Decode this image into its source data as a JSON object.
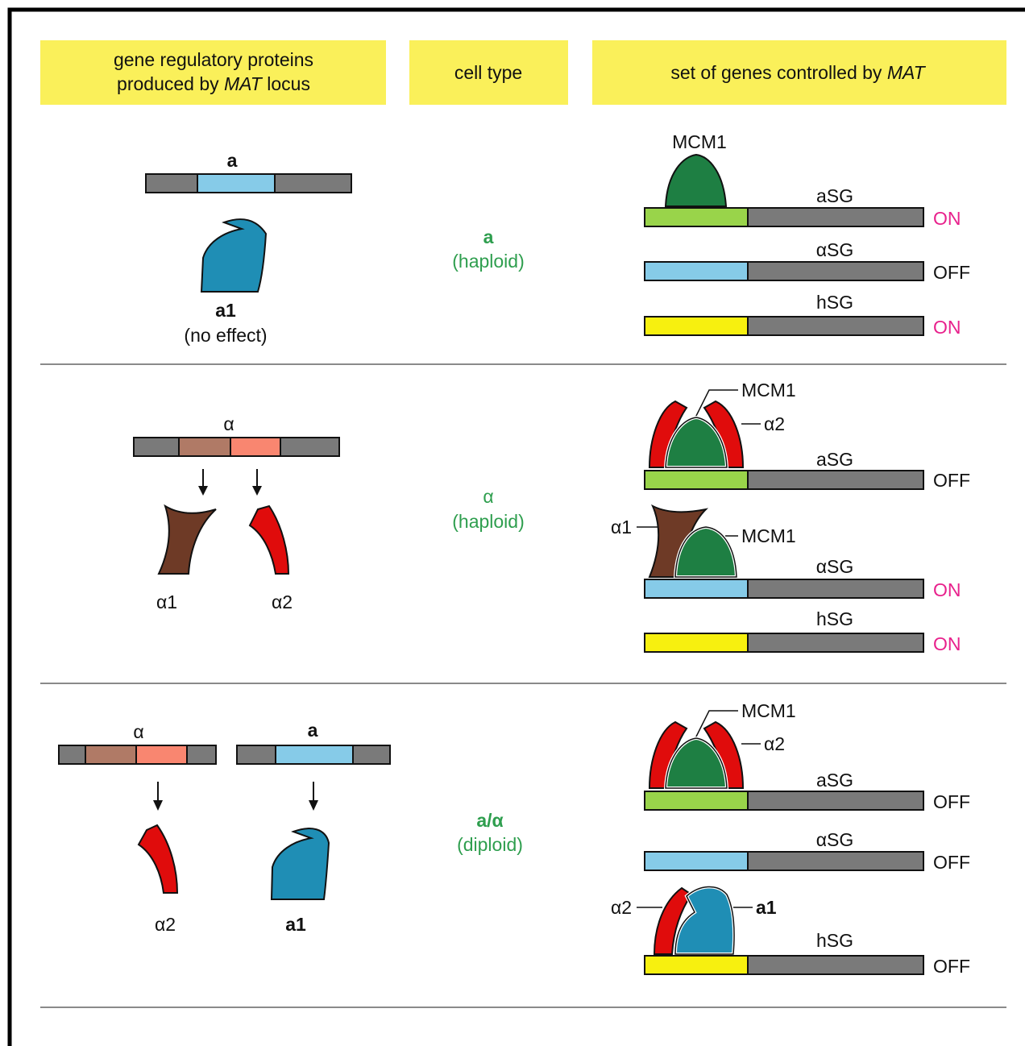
{
  "header": {
    "col1": {
      "line1": "gene regulatory proteins",
      "line2_prefix": "produced by ",
      "line2_italic": "MAT",
      "line2_suffix": " locus"
    },
    "col2": "cell type",
    "col3": {
      "text": "set of genes controlled by ",
      "italic": "MAT"
    }
  },
  "rows": [
    {
      "locus_label": "a",
      "protein_label": "a1",
      "protein_note": "(no effect)",
      "cell_type": "a",
      "ploidy": "(haploid)",
      "mcm1": "MCM1",
      "genes": [
        {
          "name": "aSG",
          "status": "ON"
        },
        {
          "name": "αSG",
          "status": "OFF"
        },
        {
          "name": "hSG",
          "status": "ON"
        }
      ]
    },
    {
      "locus_label": "α",
      "protein1": "α1",
      "protein2": "α2",
      "cell_type": "α",
      "ploidy": "(haploid)",
      "mcm1_a": "MCM1",
      "alpha2_label": "α2",
      "alpha1_label": "α1",
      "mcm1_b": "MCM1",
      "genes": [
        {
          "name": "aSG",
          "status": "OFF"
        },
        {
          "name": "αSG",
          "status": "ON"
        },
        {
          "name": "hSG",
          "status": "ON"
        }
      ]
    },
    {
      "locus_alpha": "α",
      "locus_a": "a",
      "protein_alpha2": "α2",
      "protein_a1": "a1",
      "cell_type": "a/α",
      "ploidy": "(diploid)",
      "mcm1": "MCM1",
      "alpha2_label": "α2",
      "alpha2_label_b": "α2",
      "a1_label": "a1",
      "genes": [
        {
          "name": "aSG",
          "status": "OFF"
        },
        {
          "name": "αSG",
          "status": "OFF"
        },
        {
          "name": "hSG",
          "status": "OFF"
        }
      ]
    }
  ],
  "colors": {
    "header_bg": "#faf05a",
    "gene_gray": "#7a7a7a",
    "a_blue": "#86cbe8",
    "alpha1_brown": "#b07a66",
    "alpha2_salmon": "#f98670",
    "asg_green": "#99d44a",
    "hsg_yellow": "#f7f00f",
    "mcm1_green": "#1e7f43",
    "protein_a1": "#1f8eb5",
    "protein_alpha1": "#6e3a26",
    "protein_alpha2": "#e00c0c",
    "on_color": "#e8218c"
  }
}
